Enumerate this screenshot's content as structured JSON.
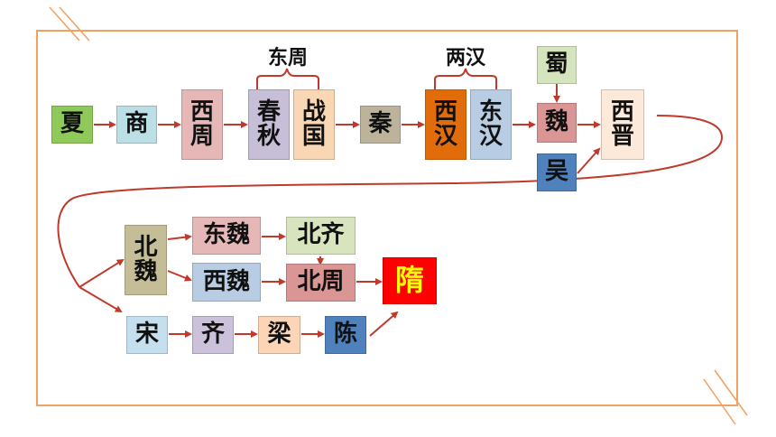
{
  "colors": {
    "frame": "#f0a060",
    "arrow": "#c0392b",
    "xia": "#8fc95a",
    "shang": "#bcdfe6",
    "xizhou": "#e6b7b7",
    "chunqiu": "#c7bfd8",
    "zhanguo": "#f9d6b4",
    "qin": "#bdb39b",
    "xihan": "#e36c0a",
    "donghan": "#b8cce4",
    "shu": "#d6e4bd",
    "wei": "#d99694",
    "wu": "#4f81bd",
    "xijin": "#fde9d9",
    "beiwei": "#c4bd97",
    "dongwei": "#e6b7b7",
    "beiqi": "#d7e4bd",
    "xiwei": "#b8cce4",
    "beizhou": "#d99694",
    "sui": "#ff0000",
    "sui_text": "#ffff00",
    "song": "#c6dfee",
    "qi": "#ccc1da",
    "liang": "#fbd5b5",
    "chen": "#4f81bd"
  },
  "labels": {
    "dongzhou": "东周",
    "lianghan": "两汉"
  },
  "dynasties": {
    "xia": "夏",
    "shang": "商",
    "xizhou": [
      "西",
      "周"
    ],
    "chunqiu": [
      "春",
      "秋"
    ],
    "zhanguo": [
      "战",
      "国"
    ],
    "qin": "秦",
    "xihan": [
      "西",
      "汉"
    ],
    "donghan": [
      "东",
      "汉"
    ],
    "shu": "蜀",
    "wei": "魏",
    "wu": "吴",
    "xijin": [
      "西",
      "晋"
    ],
    "beiwei": [
      "北",
      "魏"
    ],
    "dongwei": "东魏",
    "beiqi": "北齐",
    "xiwei": "西魏",
    "beizhou": "北周",
    "sui": "隋",
    "song": "宋",
    "qi": "齐",
    "liang": "梁",
    "chen": "陈"
  }
}
